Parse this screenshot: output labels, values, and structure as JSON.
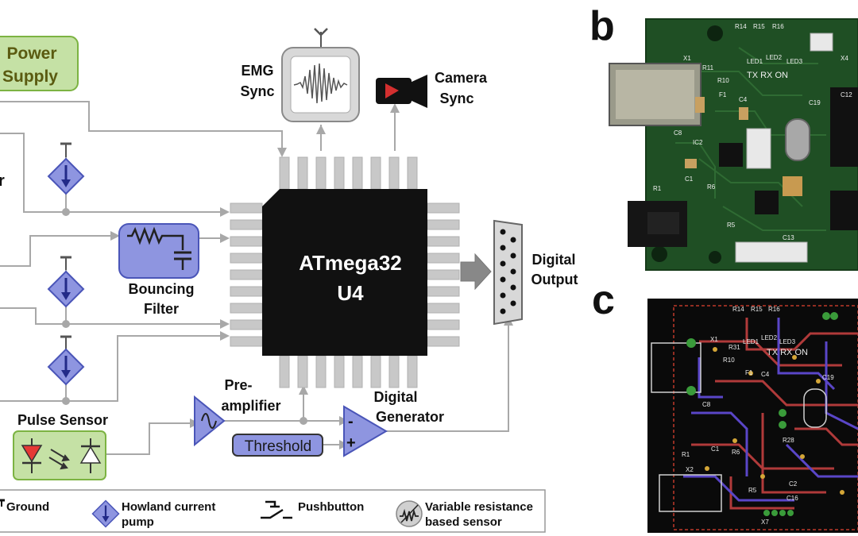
{
  "panels": {
    "b_label": "b",
    "c_label": "c"
  },
  "blocks": {
    "power_supply": [
      "Power",
      "Supply"
    ],
    "emg_sync": [
      "EMG",
      "Sync"
    ],
    "camera_sync": [
      "Camera",
      "Sync"
    ],
    "mcu": [
      "ATmega32",
      "U4"
    ],
    "digital_output": [
      "Digital",
      "Output"
    ],
    "bouncing_filter": [
      "Bouncing",
      "Filter"
    ],
    "pulse_sensor": "Pulse Sensor",
    "preamplifier": [
      "Pre-",
      "amplifier"
    ],
    "digital_generator": [
      "Digital",
      "Generator"
    ],
    "threshold": "Threshold",
    "left_cut_letter": "r",
    "comparator_minus": "-",
    "comparator_plus": "+"
  },
  "legend": {
    "ground": "Ground",
    "howland": [
      "Howland current",
      "pump"
    ],
    "pushbutton": "Pushbutton",
    "variable_resistance": [
      "Variable resistance",
      "based sensor"
    ]
  },
  "pcb_photo": {
    "silkscreen": [
      "R14",
      "R15",
      "R16",
      "X1",
      "R11",
      "R10",
      "F1",
      "LED1",
      "LED2",
      "LED3",
      "TX RX ON",
      "C4",
      "C19",
      "C8",
      "IC2",
      "R1",
      "C1",
      "R6",
      "R5",
      "C13",
      "X4",
      "C12"
    ]
  },
  "pcb_layout": {
    "silkscreen": [
      "R14",
      "R15",
      "R16",
      "X1",
      "R31",
      "R10",
      "LED1",
      "LED2",
      "LED3",
      "TX RX ON",
      "F1",
      "C4",
      "C19",
      "C8",
      "R1",
      "C1",
      "R6",
      "X2",
      "R5",
      "C2",
      "C16",
      "X7",
      "R28"
    ]
  },
  "colors": {
    "green_block": "#c5e1a5",
    "blue_block": "#8e95e0",
    "chip": "#111111",
    "pins": "#c8c8c8",
    "wire": "#a8a8a8",
    "pcb_green": "#1f4f24",
    "pcb_layout_bg": "#0a0a0a"
  }
}
